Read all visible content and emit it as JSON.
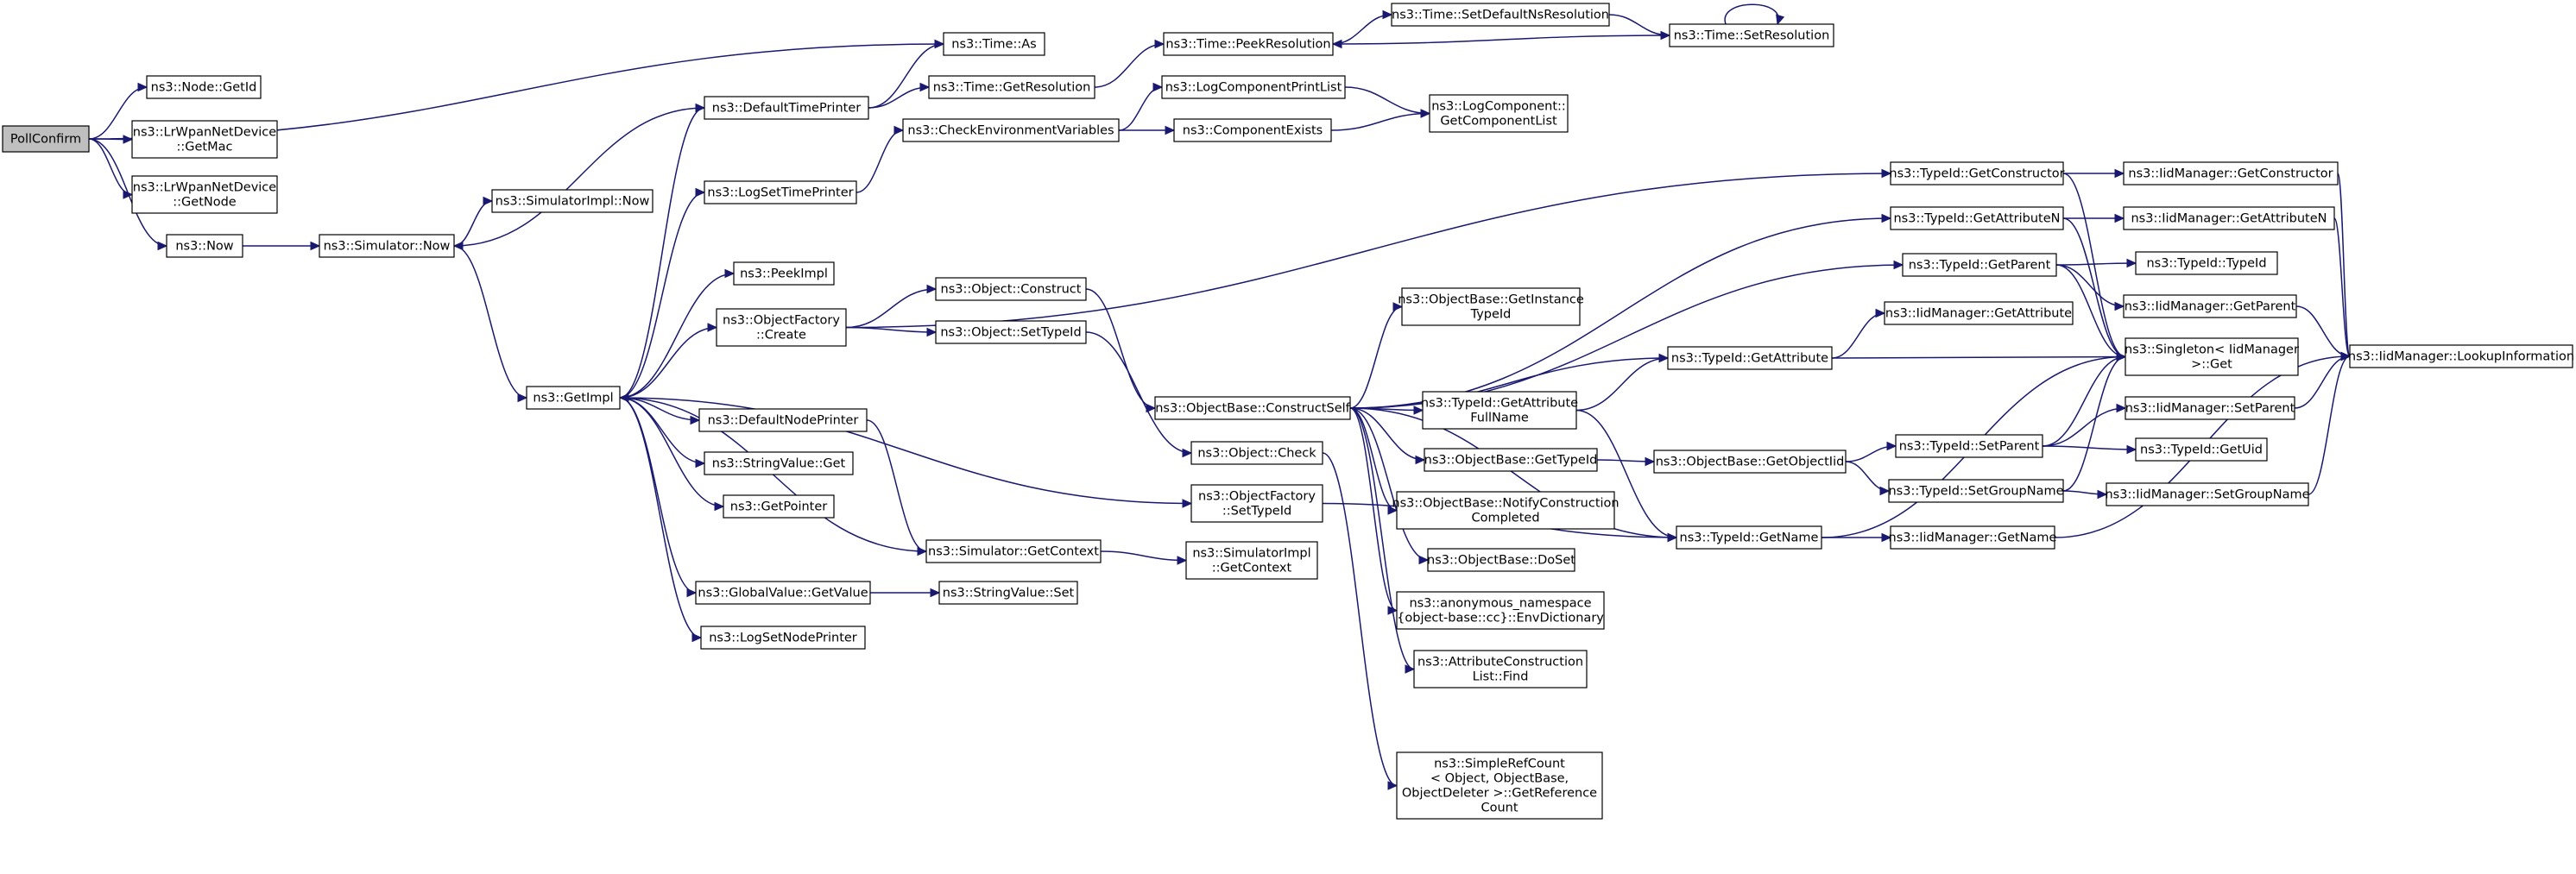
{
  "colors": {
    "edge": "#191970",
    "node_border": "#000000",
    "root_fill": "#bfbfbf",
    "node_fill": "#ffffff"
  },
  "nodes": [
    {
      "id": "PollConfirm",
      "lines": [
        "PollConfirm"
      ]
    },
    {
      "id": "Node_GetId",
      "lines": [
        "ns3::Node::GetId"
      ]
    },
    {
      "id": "LrWpan_GetMac",
      "lines": [
        "ns3::LrWpanNetDevice",
        "::GetMac"
      ]
    },
    {
      "id": "LrWpan_GetNode",
      "lines": [
        "ns3::LrWpanNetDevice",
        "::GetNode"
      ]
    },
    {
      "id": "Now",
      "lines": [
        "ns3::Now"
      ]
    },
    {
      "id": "Simulator_Now",
      "lines": [
        "ns3::Simulator::Now"
      ]
    },
    {
      "id": "SimulatorImpl_Now",
      "lines": [
        "ns3::SimulatorImpl::Now"
      ]
    },
    {
      "id": "GetImpl",
      "lines": [
        "ns3::GetImpl"
      ]
    },
    {
      "id": "DefaultTimePrinter",
      "lines": [
        "ns3::DefaultTimePrinter"
      ]
    },
    {
      "id": "LogSetTimePrinter",
      "lines": [
        "ns3::LogSetTimePrinter"
      ]
    },
    {
      "id": "PeekImpl",
      "lines": [
        "ns3::PeekImpl"
      ]
    },
    {
      "id": "ObjectFactory_Create",
      "lines": [
        "ns3::ObjectFactory",
        "::Create"
      ]
    },
    {
      "id": "DefaultNodePrinter",
      "lines": [
        "ns3::DefaultNodePrinter"
      ]
    },
    {
      "id": "StringValue_Get",
      "lines": [
        "ns3::StringValue::Get"
      ]
    },
    {
      "id": "GetPointer",
      "lines": [
        "ns3::GetPointer"
      ]
    },
    {
      "id": "GlobalValue_GetValue",
      "lines": [
        "ns3::GlobalValue::GetValue"
      ]
    },
    {
      "id": "LogSetNodePrinter",
      "lines": [
        "ns3::LogSetNodePrinter"
      ]
    },
    {
      "id": "Time_As",
      "lines": [
        "ns3::Time::As"
      ]
    },
    {
      "id": "Time_GetResolution",
      "lines": [
        "ns3::Time::GetResolution"
      ]
    },
    {
      "id": "CheckEnvironmentVariables",
      "lines": [
        "ns3::CheckEnvironmentVariables"
      ]
    },
    {
      "id": "Object_Construct",
      "lines": [
        "ns3::Object::Construct"
      ]
    },
    {
      "id": "Object_SetTypeId",
      "lines": [
        "ns3::Object::SetTypeId"
      ]
    },
    {
      "id": "Simulator_GetContext",
      "lines": [
        "ns3::Simulator::GetContext"
      ]
    },
    {
      "id": "StringValue_Set",
      "lines": [
        "ns3::StringValue::Set"
      ]
    },
    {
      "id": "Time_PeekResolution",
      "lines": [
        "ns3::Time::PeekResolution"
      ]
    },
    {
      "id": "LogComponentPrintList",
      "lines": [
        "ns3::LogComponentPrintList"
      ]
    },
    {
      "id": "ComponentExists",
      "lines": [
        "ns3::ComponentExists"
      ]
    },
    {
      "id": "ObjectBase_ConstructSelf",
      "lines": [
        "ns3::ObjectBase::ConstructSelf"
      ]
    },
    {
      "id": "Object_Check",
      "lines": [
        "ns3::Object::Check"
      ]
    },
    {
      "id": "ObjectFactory_SetTypeId",
      "lines": [
        "ns3::ObjectFactory",
        "::SetTypeId"
      ]
    },
    {
      "id": "SimulatorImpl_GetContext",
      "lines": [
        "ns3::SimulatorImpl",
        "::GetContext"
      ]
    },
    {
      "id": "Time_SetDefaultNsResolution",
      "lines": [
        "ns3::Time::SetDefaultNsResolution"
      ]
    },
    {
      "id": "LogComponent_GetComponentList",
      "lines": [
        "ns3::LogComponent::",
        "GetComponentList"
      ]
    },
    {
      "id": "ObjectBase_GetInstanceTypeId",
      "lines": [
        "ns3::ObjectBase::GetInstance",
        "TypeId"
      ]
    },
    {
      "id": "TypeId_GetAttributeFullName",
      "lines": [
        "ns3::TypeId::GetAttribute",
        "FullName"
      ]
    },
    {
      "id": "ObjectBase_GetTypeId",
      "lines": [
        "ns3::ObjectBase::GetTypeId"
      ]
    },
    {
      "id": "ObjectBase_NotifyConstructionCompleted",
      "lines": [
        "ns3::ObjectBase::NotifyConstruction",
        "Completed"
      ]
    },
    {
      "id": "ObjectBase_DoSet",
      "lines": [
        "ns3::ObjectBase::DoSet"
      ]
    },
    {
      "id": "EnvDictionary",
      "lines": [
        "ns3::anonymous_namespace",
        "{object-base::cc}::EnvDictionary"
      ]
    },
    {
      "id": "AttributeConstructionList_Find",
      "lines": [
        "ns3::AttributeConstruction",
        "List::Find"
      ]
    },
    {
      "id": "SimpleRefCount_GetReferenceCount",
      "lines": [
        "ns3::SimpleRefCount",
        "< Object, ObjectBase,",
        "ObjectDeleter >::GetReference",
        "Count"
      ]
    },
    {
      "id": "Time_SetResolution",
      "lines": [
        "ns3::Time::SetResolution"
      ]
    },
    {
      "id": "TypeId_GetConstructor",
      "lines": [
        "ns3::TypeId::GetConstructor"
      ]
    },
    {
      "id": "TypeId_GetAttributeN",
      "lines": [
        "ns3::TypeId::GetAttributeN"
      ]
    },
    {
      "id": "TypeId_GetParent",
      "lines": [
        "ns3::TypeId::GetParent"
      ]
    },
    {
      "id": "TypeId_GetAttribute",
      "lines": [
        "ns3::TypeId::GetAttribute"
      ]
    },
    {
      "id": "ObjectBase_GetObjectIid",
      "lines": [
        "ns3::ObjectBase::GetObjectIid"
      ]
    },
    {
      "id": "TypeId_GetName",
      "lines": [
        "ns3::TypeId::GetName"
      ]
    },
    {
      "id": "TypeId_SetParent",
      "lines": [
        "ns3::TypeId::SetParent"
      ]
    },
    {
      "id": "TypeId_SetGroupName",
      "lines": [
        "ns3::TypeId::SetGroupName"
      ]
    },
    {
      "id": "IidManager_GetConstructor",
      "lines": [
        "ns3::IidManager::GetConstructor"
      ]
    },
    {
      "id": "IidManager_GetAttributeN",
      "lines": [
        "ns3::IidManager::GetAttributeN"
      ]
    },
    {
      "id": "TypeId_TypeId",
      "lines": [
        "ns3::TypeId::TypeId"
      ]
    },
    {
      "id": "IidManager_GetParent",
      "lines": [
        "ns3::IidManager::GetParent"
      ]
    },
    {
      "id": "IidManager_GetAttribute",
      "lines": [
        "ns3::IidManager::GetAttribute"
      ]
    },
    {
      "id": "Singleton_Get",
      "lines": [
        "ns3::Singleton< IidManager",
        ">::Get"
      ]
    },
    {
      "id": "IidManager_SetParent",
      "lines": [
        "ns3::IidManager::SetParent"
      ]
    },
    {
      "id": "TypeId_GetUid",
      "lines": [
        "ns3::TypeId::GetUid"
      ]
    },
    {
      "id": "IidManager_SetGroupName",
      "lines": [
        "ns3::IidManager::SetGroupName"
      ]
    },
    {
      "id": "IidManager_GetName",
      "lines": [
        "ns3::IidManager::GetName"
      ]
    },
    {
      "id": "IidManager_LookupInformation",
      "lines": [
        "ns3::IidManager::LookupInformation"
      ]
    }
  ],
  "edges": [
    [
      "PollConfirm",
      "Time_As"
    ],
    [
      "PollConfirm",
      "Node_GetId"
    ],
    [
      "PollConfirm",
      "LrWpan_GetMac"
    ],
    [
      "PollConfirm",
      "LrWpan_GetNode"
    ],
    [
      "PollConfirm",
      "Now"
    ],
    [
      "Now",
      "Simulator_Now"
    ],
    [
      "Simulator_Now",
      "SimulatorImpl_Now"
    ],
    [
      "Simulator_Now",
      "GetImpl"
    ],
    [
      "GetImpl",
      "DefaultTimePrinter"
    ],
    [
      "GetImpl",
      "LogSetTimePrinter"
    ],
    [
      "GetImpl",
      "PeekImpl"
    ],
    [
      "GetImpl",
      "ObjectFactory_Create"
    ],
    [
      "GetImpl",
      "DefaultNodePrinter"
    ],
    [
      "GetImpl",
      "StringValue_Get"
    ],
    [
      "GetImpl",
      "GetPointer"
    ],
    [
      "GetImpl",
      "GlobalValue_GetValue"
    ],
    [
      "GetImpl",
      "LogSetNodePrinter"
    ],
    [
      "GetImpl",
      "ObjectFactory_SetTypeId"
    ],
    [
      "DefaultTimePrinter",
      "Simulator_Now"
    ],
    [
      "DefaultTimePrinter",
      "Time_As"
    ],
    [
      "DefaultTimePrinter",
      "Time_GetResolution"
    ],
    [
      "LogSetTimePrinter",
      "CheckEnvironmentVariables"
    ],
    [
      "ObjectFactory_Create",
      "Object_Construct"
    ],
    [
      "ObjectFactory_Create",
      "Object_SetTypeId"
    ],
    [
      "ObjectFactory_Create",
      "TypeId_GetConstructor"
    ],
    [
      "DefaultNodePrinter",
      "Simulator_GetContext"
    ],
    [
      "GlobalValue_GetValue",
      "StringValue_Set"
    ],
    [
      "Simulator_GetContext",
      "GetImpl"
    ],
    [
      "Simulator_GetContext",
      "SimulatorImpl_GetContext"
    ],
    [
      "Time_GetResolution",
      "Time_PeekResolution"
    ],
    [
      "CheckEnvironmentVariables",
      "LogComponentPrintList"
    ],
    [
      "CheckEnvironmentVariables",
      "ComponentExists"
    ],
    [
      "LogComponentPrintList",
      "LogComponent_GetComponentList"
    ],
    [
      "ComponentExists",
      "LogComponent_GetComponentList"
    ],
    [
      "Object_Construct",
      "ObjectBase_ConstructSelf"
    ],
    [
      "Object_SetTypeId",
      "Object_Check"
    ],
    [
      "Time_PeekResolution",
      "Time_SetDefaultNsResolution"
    ],
    [
      "Time_SetDefaultNsResolution",
      "Time_SetResolution"
    ],
    [
      "Time_SetResolution",
      "Time_SetResolution"
    ],
    [
      "Time_SetResolution",
      "Time_PeekResolution"
    ],
    [
      "ObjectBase_ConstructSelf",
      "ObjectBase_GetInstanceTypeId"
    ],
    [
      "ObjectBase_ConstructSelf",
      "TypeId_GetAttributeFullName"
    ],
    [
      "ObjectBase_ConstructSelf",
      "ObjectBase_GetTypeId"
    ],
    [
      "ObjectBase_ConstructSelf",
      "ObjectBase_NotifyConstructionCompleted"
    ],
    [
      "ObjectBase_ConstructSelf",
      "ObjectBase_DoSet"
    ],
    [
      "ObjectBase_ConstructSelf",
      "EnvDictionary"
    ],
    [
      "ObjectBase_ConstructSelf",
      "AttributeConstructionList_Find"
    ],
    [
      "ObjectBase_ConstructSelf",
      "TypeId_GetAttributeN"
    ],
    [
      "ObjectBase_ConstructSelf",
      "TypeId_GetParent"
    ],
    [
      "ObjectBase_ConstructSelf",
      "TypeId_GetAttribute"
    ],
    [
      "ObjectBase_ConstructSelf",
      "TypeId_GetName"
    ],
    [
      "Object_Check",
      "SimpleRefCount_GetReferenceCount"
    ],
    [
      "ObjectFactory_SetTypeId",
      "TypeId_GetName"
    ],
    [
      "TypeId_GetAttributeFullName",
      "TypeId_GetAttribute"
    ],
    [
      "TypeId_GetAttributeFullName",
      "TypeId_GetName"
    ],
    [
      "ObjectBase_GetTypeId",
      "ObjectBase_GetObjectIid"
    ],
    [
      "ObjectBase_GetObjectIid",
      "TypeId_SetParent"
    ],
    [
      "ObjectBase_GetObjectIid",
      "TypeId_SetGroupName"
    ],
    [
      "TypeId_GetConstructor",
      "IidManager_GetConstructor"
    ],
    [
      "TypeId_GetConstructor",
      "Singleton_Get"
    ],
    [
      "TypeId_GetAttributeN",
      "IidManager_GetAttributeN"
    ],
    [
      "TypeId_GetAttributeN",
      "Singleton_Get"
    ],
    [
      "TypeId_GetParent",
      "TypeId_TypeId"
    ],
    [
      "TypeId_GetParent",
      "IidManager_GetParent"
    ],
    [
      "TypeId_GetParent",
      "Singleton_Get"
    ],
    [
      "TypeId_GetAttribute",
      "IidManager_GetAttribute"
    ],
    [
      "TypeId_GetAttribute",
      "Singleton_Get"
    ],
    [
      "TypeId_GetName",
      "IidManager_GetName"
    ],
    [
      "TypeId_GetName",
      "Singleton_Get"
    ],
    [
      "TypeId_SetParent",
      "Singleton_Get"
    ],
    [
      "TypeId_SetParent",
      "IidManager_SetParent"
    ],
    [
      "TypeId_SetParent",
      "TypeId_GetUid"
    ],
    [
      "TypeId_SetGroupName",
      "Singleton_Get"
    ],
    [
      "TypeId_SetGroupName",
      "IidManager_SetGroupName"
    ],
    [
      "IidManager_GetConstructor",
      "IidManager_LookupInformation"
    ],
    [
      "IidManager_GetAttributeN",
      "IidManager_LookupInformation"
    ],
    [
      "IidManager_GetParent",
      "IidManager_LookupInformation"
    ],
    [
      "IidManager_SetParent",
      "IidManager_LookupInformation"
    ],
    [
      "IidManager_SetGroupName",
      "IidManager_LookupInformation"
    ],
    [
      "IidManager_GetName",
      "IidManager_LookupInformation"
    ]
  ]
}
